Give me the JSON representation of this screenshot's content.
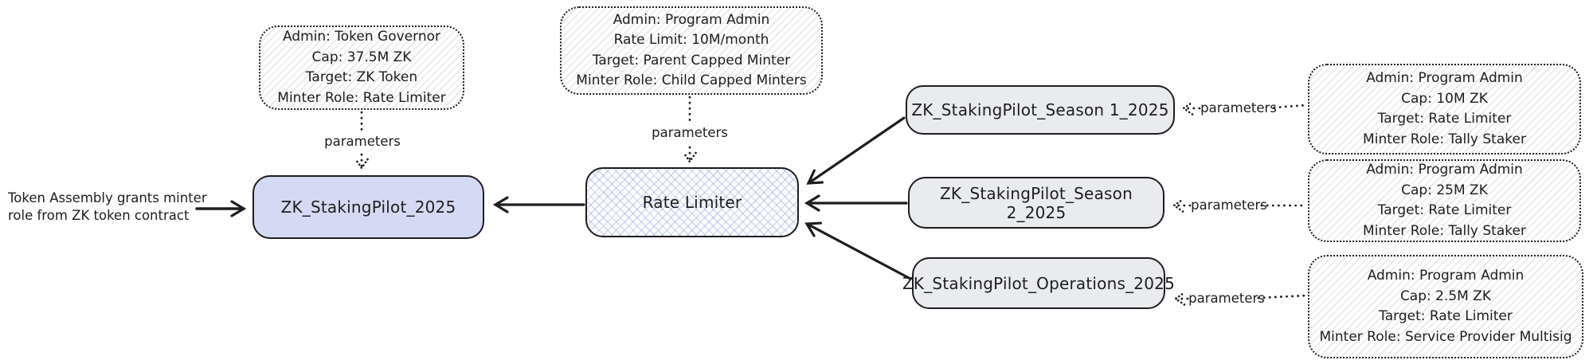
{
  "colors": {
    "stroke": "#1e1e1e",
    "root_node_fill": "#d5daf4",
    "child_node_fill": "#e9ebee",
    "crosshatch_line": "#94a6e4",
    "hatch_line": "#aeaeba"
  },
  "annotation": {
    "lines": [
      "Token Assembly grants minter",
      "role from ZK token contract"
    ]
  },
  "nodes": {
    "root": {
      "label": "ZK_StakingPilot_2025"
    },
    "rate_limiter": {
      "label": "Rate Limiter"
    },
    "season1": {
      "label": "ZK_StakingPilot_Season 1_2025"
    },
    "season2": {
      "label": "ZK_StakingPilot_Season 2_2025"
    },
    "operations": {
      "label": "ZK_StakingPilot_Operations_2025"
    }
  },
  "param_boxes": {
    "root": {
      "lines": [
        "Admin: Token Governor",
        "Cap: 37.5M ZK",
        "Target: ZK Token",
        "Minter Role: Rate Limiter"
      ]
    },
    "rate_limiter": {
      "lines": [
        "Admin: Program Admin",
        "Rate Limit: 10M/month",
        "Target: Parent Capped Minter",
        "Minter Role: Child Capped Minters"
      ]
    },
    "season1": {
      "lines": [
        "Admin: Program Admin",
        "Cap: 10M ZK",
        "Target: Rate Limiter",
        "Minter Role: Tally Staker"
      ]
    },
    "season2": {
      "lines": [
        "Admin: Program Admin",
        "Cap: 25M ZK",
        "Target: Rate Limiter",
        "Minter Role: Tally Staker"
      ]
    },
    "operations": {
      "lines": [
        "Admin: Program Admin",
        "Cap: 2.5M ZK",
        "Target: Rate Limiter",
        "Minter Role: Service Provider Multisig"
      ]
    }
  },
  "connector_labels": {
    "root": "parameters",
    "rate_limiter": "parameters",
    "season1": "parameters",
    "season2": "parameters",
    "operations": "parameters"
  }
}
